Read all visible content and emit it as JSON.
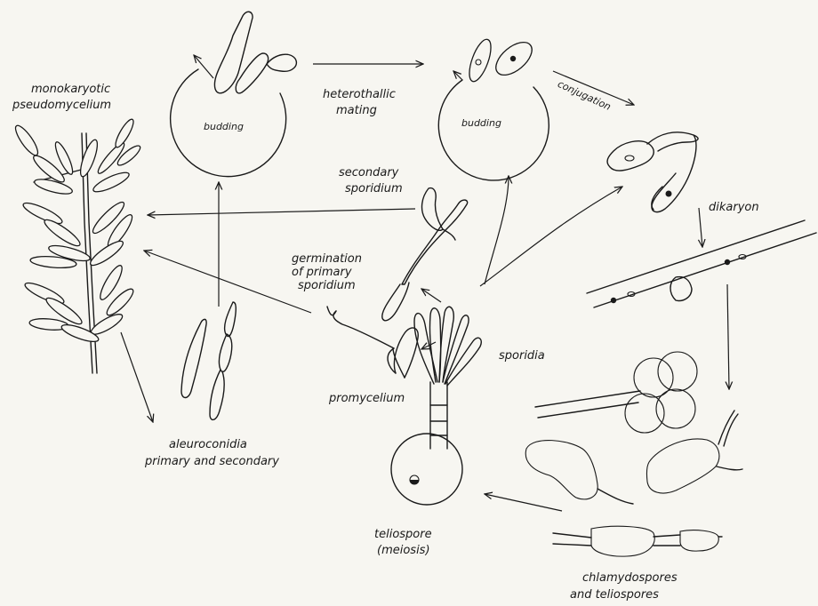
{
  "labels": {
    "monokaryotic_1": "monokaryotic",
    "monokaryotic_2": "pseudomycelium",
    "budding_left": "budding",
    "budding_right": "budding",
    "hetero_1": "heterothallic",
    "hetero_2": "mating",
    "conjugation": "conjugation",
    "secondary_1": "secondary",
    "secondary_2": "sporidium",
    "germination_1": "germination",
    "germination_2": "of primary",
    "germination_3": "sporidium",
    "dikaryon": "dikaryon",
    "sporidia": "sporidia",
    "promycelium": "promycelium",
    "aleuro_1": "aleuroconidia",
    "aleuro_2": "primary and secondary",
    "teliospore_1": "teliospore",
    "teliospore_2": "(meiosis)",
    "chlamy_1": "chlamydospores",
    "chlamy_2": "and teliospores"
  }
}
